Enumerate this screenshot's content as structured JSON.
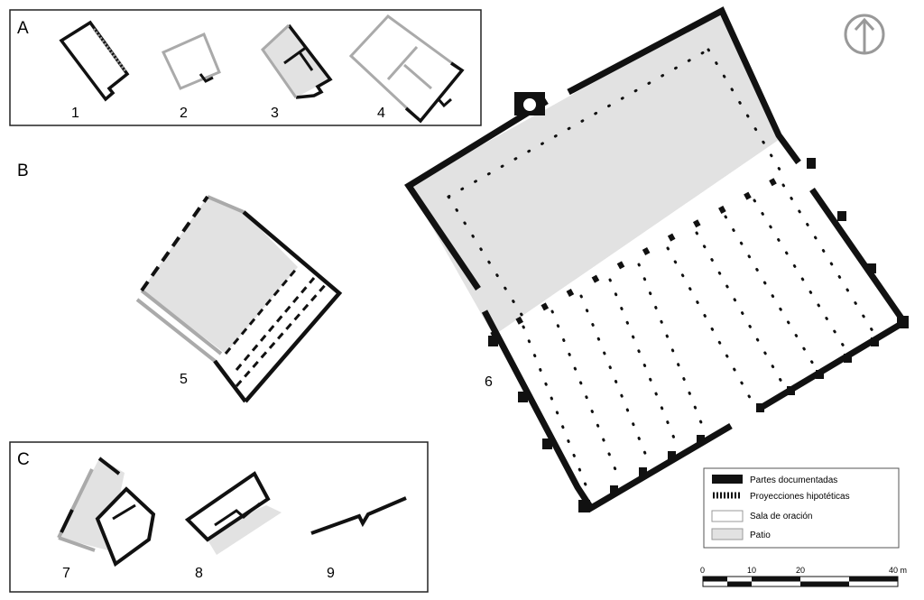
{
  "panels": {
    "a": "A",
    "b": "B",
    "c": "C"
  },
  "plan_numbers": [
    "1",
    "2",
    "3",
    "4",
    "5",
    "6",
    "7",
    "8",
    "9"
  ],
  "legend": {
    "items": [
      {
        "label": "Partes documentadas",
        "kind": "documented"
      },
      {
        "label": "Proyecciones hipotéticas",
        "kind": "hypothetical"
      },
      {
        "label": "Sala de oración",
        "kind": "prayer-hall"
      },
      {
        "label": "Patio",
        "kind": "courtyard"
      }
    ]
  },
  "scale_bar": {
    "ticks": [
      "0",
      "10",
      "20",
      "40 m"
    ]
  },
  "north_icon": "north-arrow-icon",
  "colors": {
    "wall": "#111111",
    "patio": "#e2e2e2",
    "projection": "#9a9a9a",
    "frame": "#222222"
  }
}
